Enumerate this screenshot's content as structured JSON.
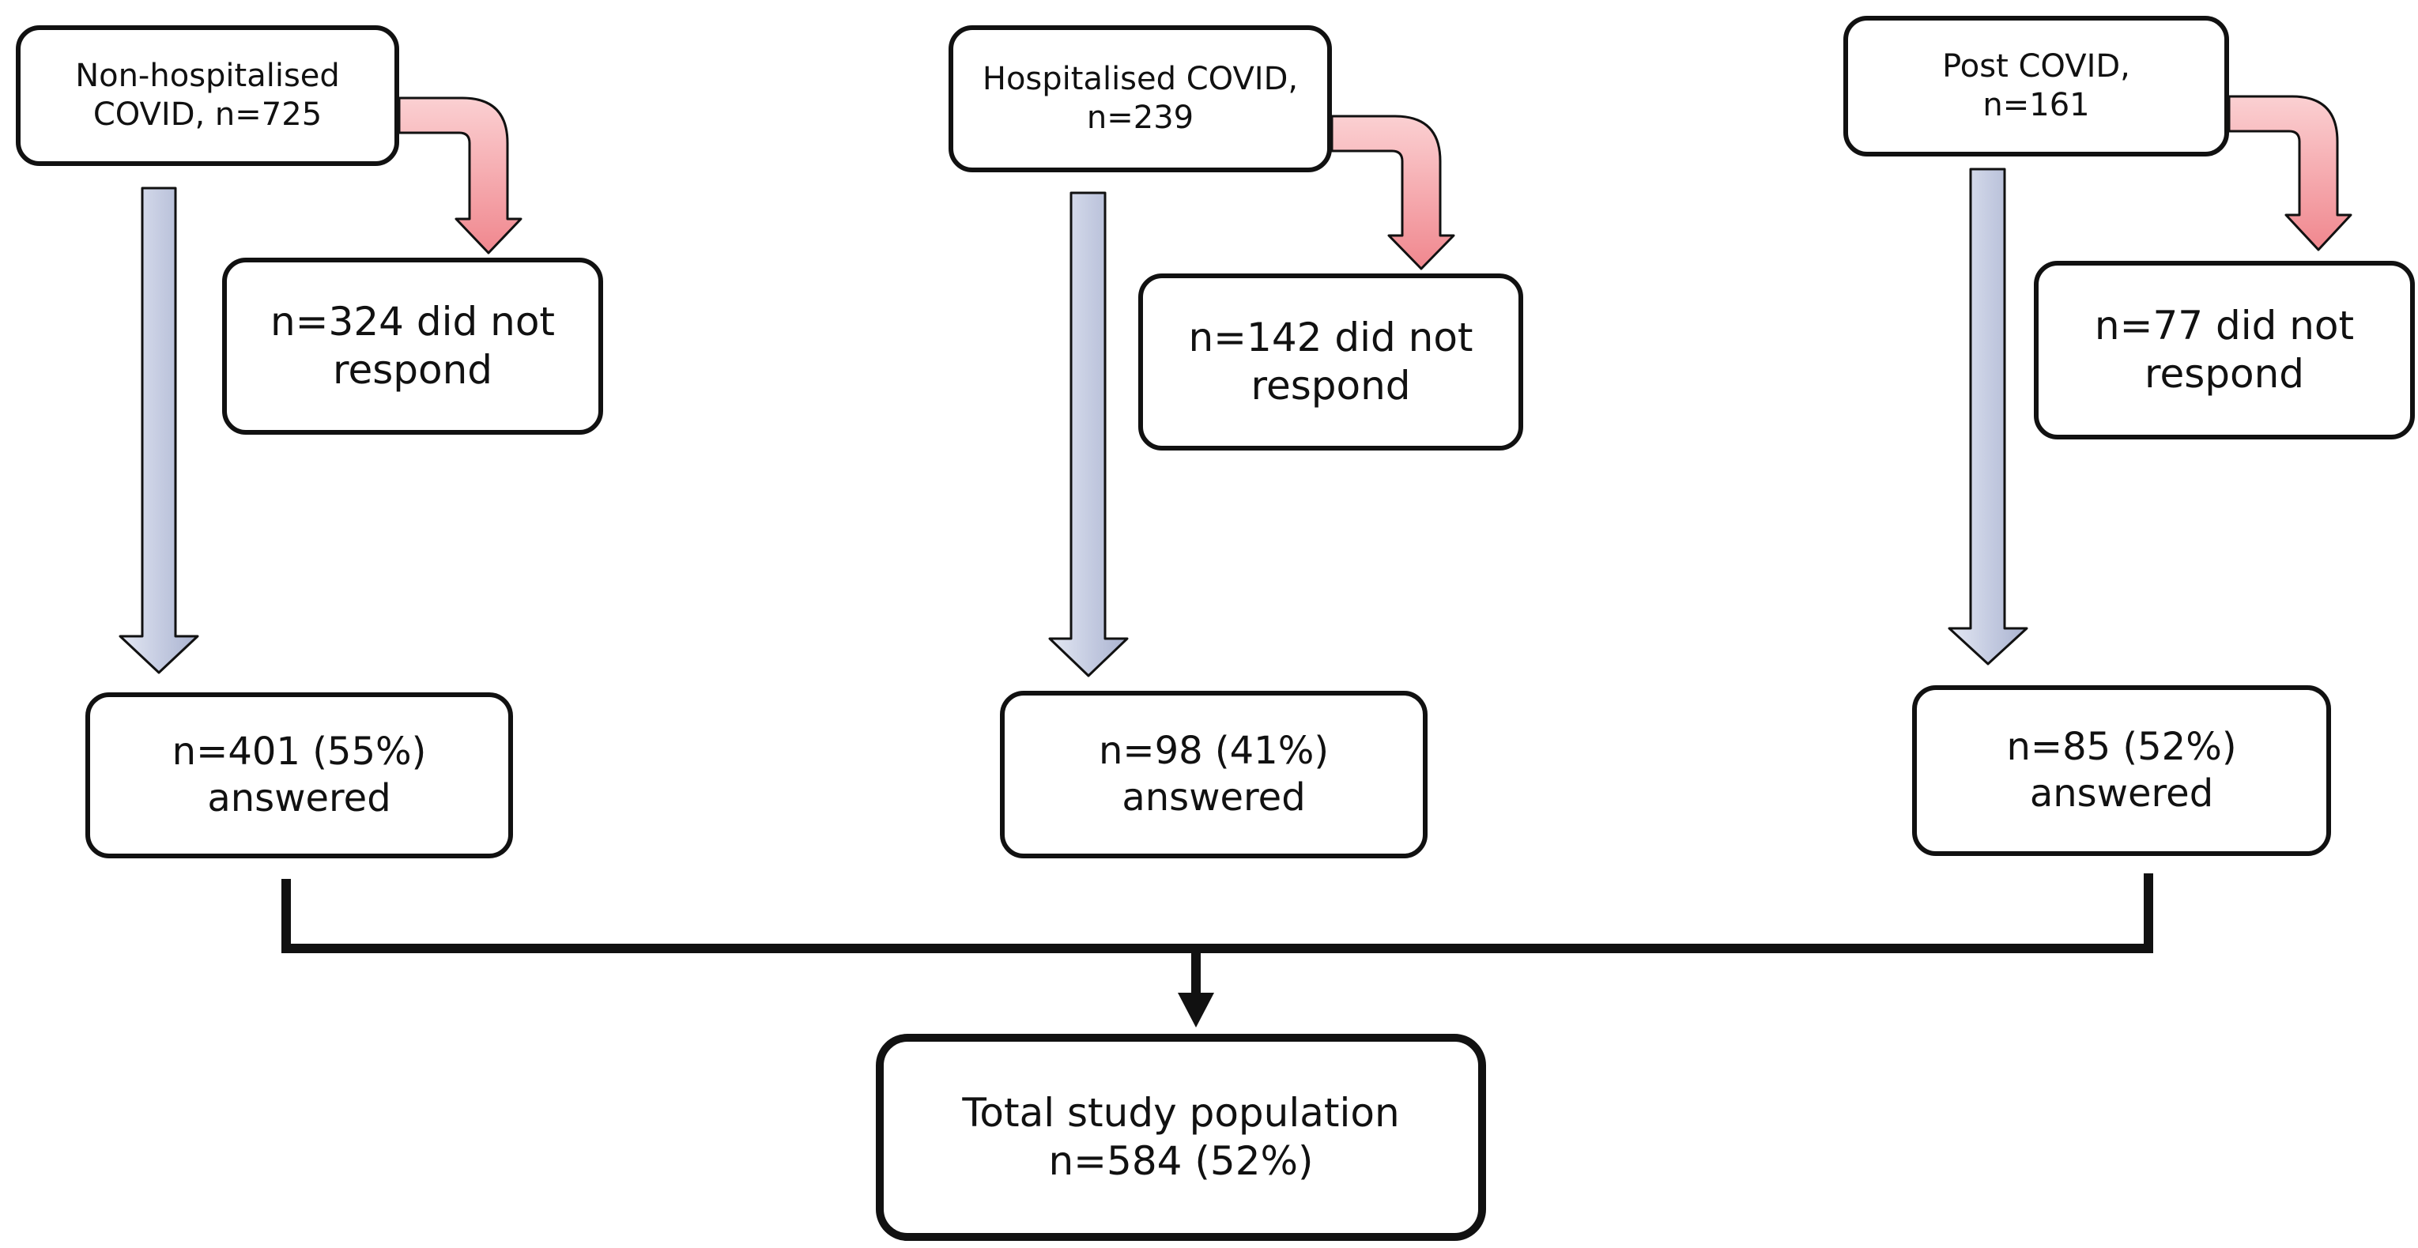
{
  "colors": {
    "flow_arrow_fill": "#b4bdd8",
    "flow_arrow_light": "#e4e8f3",
    "dropout_arrow_fill": "#f2949a",
    "dropout_arrow_light": "#fbd0d2",
    "outline": "#111111",
    "background": "#ffffff"
  },
  "groups": [
    {
      "source_line1": "Non-hospitalised",
      "source_line2": "COVID, n=725",
      "dropout_line1": "n=324 did not",
      "dropout_line2": "respond",
      "answered_line1": "n=401 (55%)",
      "answered_line2": "answered"
    },
    {
      "source_line1": "Hospitalised COVID,",
      "source_line2": "n=239",
      "dropout_line1": "n=142 did not",
      "dropout_line2": "respond",
      "answered_line1": "n=98 (41%)",
      "answered_line2": "answered"
    },
    {
      "source_line1": "Post COVID,",
      "source_line2": "n=161",
      "dropout_line1": "n=77 did not",
      "dropout_line2": "respond",
      "answered_line1": "n=85 (52%)",
      "answered_line2": "answered"
    }
  ],
  "total": {
    "line1": "Total study population",
    "line2": "n=584 (52%)"
  }
}
